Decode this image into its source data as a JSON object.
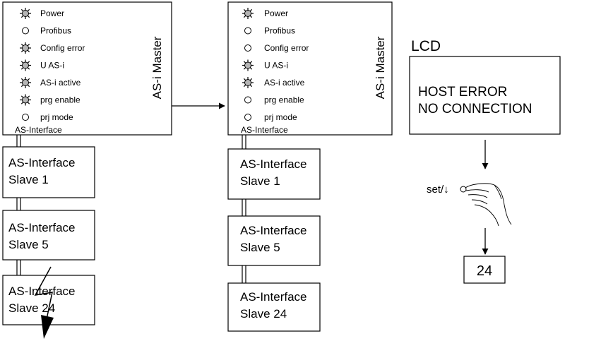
{
  "left_master": {
    "title": "AS-i Master",
    "bus_label": "AS-Interface",
    "leds": [
      {
        "label": "Power",
        "state": "on"
      },
      {
        "label": "Profibus",
        "state": "off"
      },
      {
        "label": "Config error",
        "state": "on"
      },
      {
        "label": "U AS-i",
        "state": "on"
      },
      {
        "label": "AS-i active",
        "state": "on"
      },
      {
        "label": "prg enable",
        "state": "on"
      },
      {
        "label": "prj mode",
        "state": "off"
      }
    ],
    "slaves": [
      {
        "line1": "AS-Interface",
        "line2": "Slave 1"
      },
      {
        "line1": "AS-Interface",
        "line2": "Slave 5"
      },
      {
        "line1": "AS-Interface",
        "line2": "Slave 24"
      }
    ]
  },
  "right_master": {
    "title": "AS-i Master",
    "bus_label": "AS-Interface",
    "leds": [
      {
        "label": "Power",
        "state": "on"
      },
      {
        "label": "Profibus",
        "state": "off"
      },
      {
        "label": "Config error",
        "state": "off"
      },
      {
        "label": "U AS-i",
        "state": "on"
      },
      {
        "label": "AS-i active",
        "state": "on"
      },
      {
        "label": "prg enable",
        "state": "off"
      },
      {
        "label": "prj mode",
        "state": "off"
      }
    ],
    "slaves": [
      {
        "line1": "AS-Interface",
        "line2": "Slave 1"
      },
      {
        "line1": "AS-Interface",
        "line2": "Slave 5"
      },
      {
        "line1": "AS-Interface",
        "line2": "Slave 24"
      }
    ]
  },
  "lcd": {
    "title": "LCD",
    "line1": "HOST ERROR",
    "line2": "NO CONNECTION",
    "button_label": "set/↓",
    "result": "24"
  },
  "icons": [
    "led-on-icon",
    "led-off-icon",
    "hand-press-icon",
    "lightning-bolt-icon",
    "arrow-icon"
  ]
}
